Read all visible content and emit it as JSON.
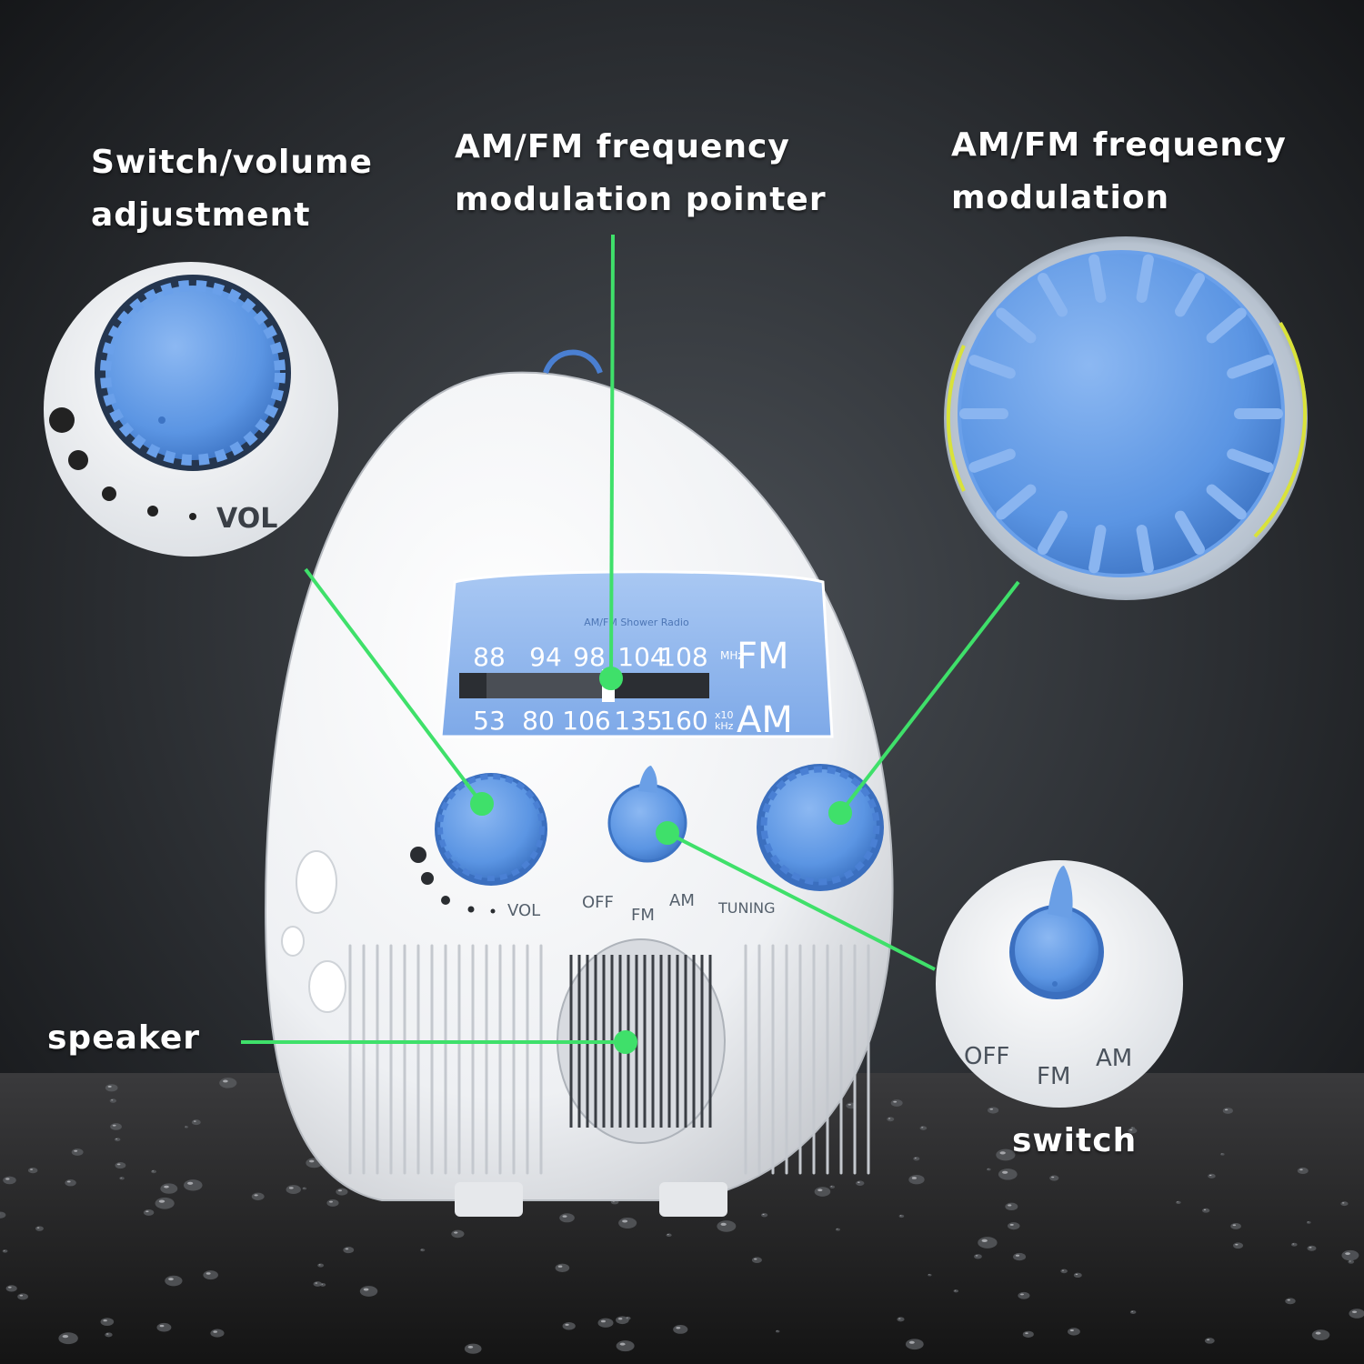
{
  "labels": {
    "volume_line1": "Switch/volume",
    "volume_line2": "adjustment",
    "pointer_line1": "AM/FM frequency",
    "pointer_line2": "modulation pointer",
    "tuning_line1": "AM/FM frequency",
    "tuning_line2": "modulation",
    "speaker": "speaker",
    "switch": "switch"
  },
  "dial": {
    "brand": "AM/FM Shower Radio",
    "fm_ticks": [
      "88",
      "94",
      "98",
      "104",
      "108"
    ],
    "fm_unit": "MHz",
    "fm_band": "FM",
    "am_ticks": [
      "53",
      "80",
      "106",
      "135",
      "160"
    ],
    "am_unit_top": "x10",
    "am_unit_bottom": "kHz",
    "am_band": "AM"
  },
  "controls": {
    "vol": "VOL",
    "off": "OFF",
    "fm": "FM",
    "am": "AM",
    "tuning": "TUNING"
  },
  "zoom": {
    "vol": "VOL",
    "off": "OFF",
    "fm": "FM",
    "am": "AM"
  },
  "colors": {
    "knob_blue": "#5b95e3",
    "callout_green": "#3fe06a",
    "body_white": "#f4f5f7",
    "dial_blue": "#8fb6ee"
  }
}
